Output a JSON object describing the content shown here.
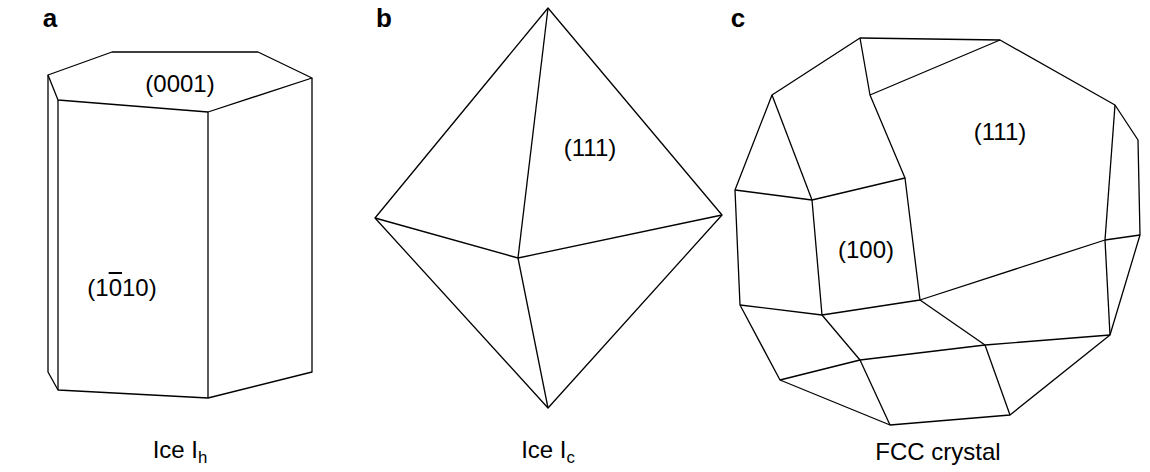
{
  "diagram": {
    "labels": [
      "a",
      "b",
      "c",
      "(0001)",
      "(1010)",
      "(111)",
      "(111)",
      "(100)",
      "Ice Ih",
      "Ice Ic",
      "FCC crystal"
    ]
  }
}
